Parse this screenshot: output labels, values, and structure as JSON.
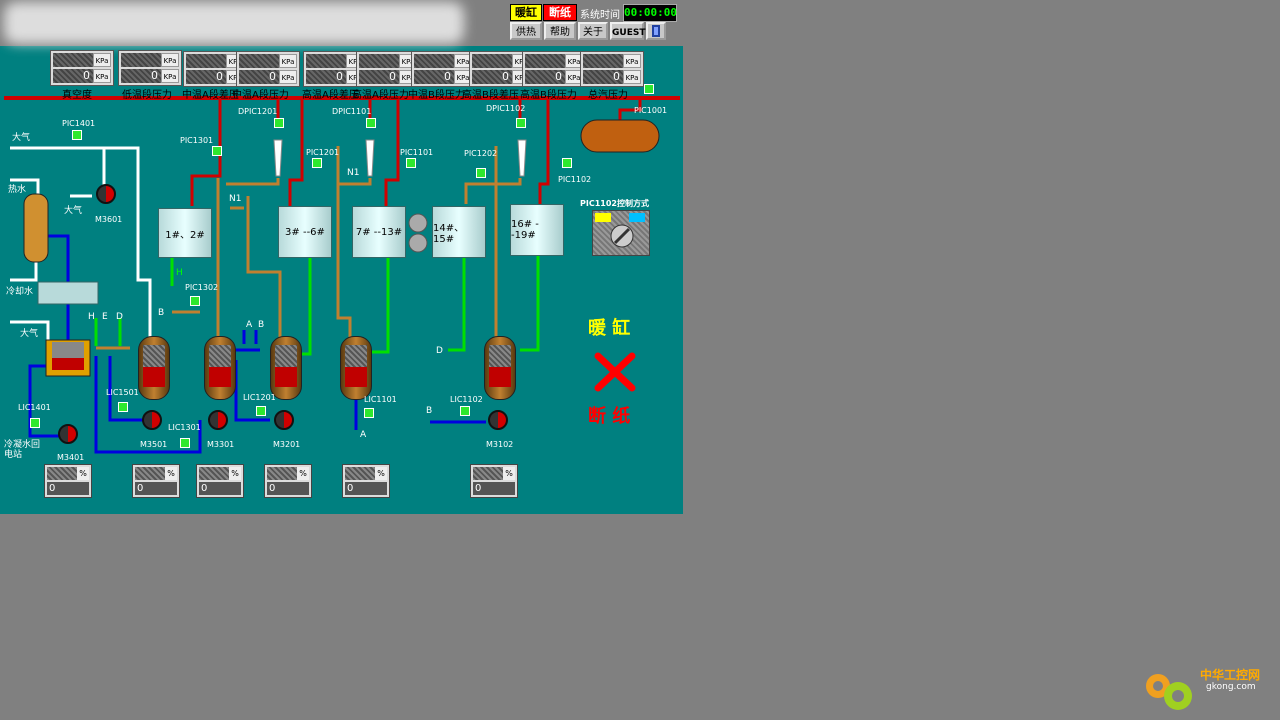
{
  "header": {
    "status_warm": "暖缸",
    "status_break": "断纸",
    "systime_label": "系统时间",
    "clock": "00:00:00",
    "nav": [
      "供热",
      "帮助",
      "关于",
      "GUEST"
    ]
  },
  "gauges": [
    {
      "label": "真空度",
      "value": "0",
      "unit": "KPa"
    },
    {
      "label": "低温段压力",
      "value": "0",
      "unit": "KPa"
    },
    {
      "label": "中温A段差压",
      "value": "0",
      "unit": "KPa"
    },
    {
      "label": "中温A段压力",
      "value": "0",
      "unit": "KPa"
    },
    {
      "label": "高温A段差压",
      "value": "0",
      "unit": "KPa"
    },
    {
      "label": "高温A段压力",
      "value": "0",
      "unit": "KPa"
    },
    {
      "label": "中温B段压力",
      "value": "0",
      "unit": "KPa"
    },
    {
      "label": "高温B段差压",
      "value": "0",
      "unit": "KPa"
    },
    {
      "label": "高温B段压力",
      "value": "0",
      "unit": "KPa"
    },
    {
      "label": "总汽压力",
      "value": "0",
      "unit": "KPa"
    }
  ],
  "tags": [
    "PIC1401",
    "PIC1301",
    "DPIC1201",
    "PIC1201",
    "DPIC1101",
    "PIC1101",
    "DPIC1102",
    "PIC1202",
    "PIC1102",
    "PIC1001",
    "PIC1302",
    "LIC1501",
    "LIC1401",
    "LIC1301",
    "LIC1201",
    "LIC1101",
    "LIC1102"
  ],
  "motors": [
    "M3601",
    "M3501",
    "M3301",
    "M3201",
    "M3401",
    "M3102"
  ],
  "tanks": [
    "1#、2#",
    "3# --6#",
    "7# --13#",
    "14#、15#",
    "16# --19#"
  ],
  "labels": {
    "atm1": "大气",
    "atm2": "大气",
    "atm3": "大气",
    "hot_water": "热水",
    "cooling_water": "冷却水",
    "condensate": "冷凝水回电站",
    "n1a": "N1",
    "n1b": "N1",
    "h": "H",
    "b": "B",
    "d": "D",
    "a": "A",
    "e": "E",
    "control_mode": "PIC1102控制方式"
  },
  "status_panel": {
    "warm": "暖 缸",
    "break": "断 纸",
    "break_color": "#ff0000",
    "warm_color": "#ffff00"
  },
  "pct_boxes": [
    {
      "unit": "%",
      "value": "0"
    },
    {
      "unit": "%",
      "value": "0"
    },
    {
      "unit": "%",
      "value": "0"
    },
    {
      "unit": "%",
      "value": "0"
    },
    {
      "unit": "%",
      "value": "0"
    },
    {
      "unit": "%",
      "value": "0"
    }
  ],
  "watermark": {
    "title": "中华工控网",
    "url": "gkong.com"
  },
  "colors": {
    "background": "#008080",
    "steam": "#e00000",
    "condensate": "#c08030",
    "water": "#0000ff",
    "green_line": "#00ff00"
  }
}
